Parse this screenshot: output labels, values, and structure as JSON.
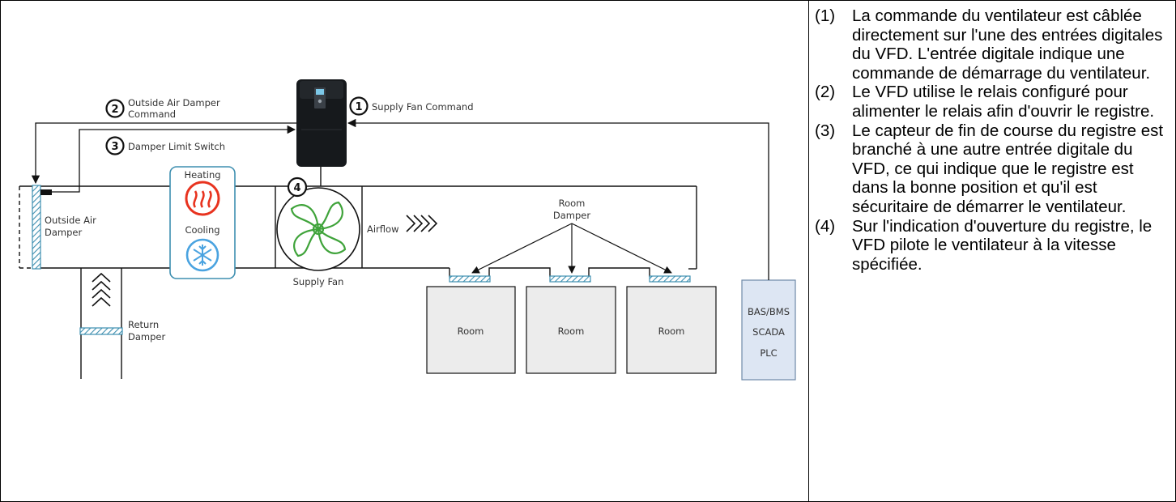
{
  "diagram": {
    "labels": {
      "outside_air_damper_command_1": "Outside Air Damper",
      "outside_air_damper_command_2": "Command",
      "supply_fan_command": "Supply Fan Command",
      "damper_limit_switch": "Damper Limit Switch",
      "heating": "Heating",
      "cooling": "Cooling",
      "outside_air_1": "Outside Air",
      "outside_air_2": "Damper",
      "airflow": "Airflow",
      "room_damper_1": "Room",
      "room_damper_2": "Damper",
      "supply_fan": "Supply Fan",
      "return_damper_1": "Return",
      "return_damper_2": "Damper",
      "room_1": "Room",
      "room_2": "Room",
      "room_3": "Room",
      "bas_bms": "BAS/BMS",
      "scada": "SCADA",
      "plc": "PLC"
    },
    "badges": {
      "b1": "1",
      "b2": "2",
      "b3": "3",
      "b4": "4"
    },
    "colors": {
      "heating_coil": "#e8331f",
      "cooling_coil": "#4aa3e0",
      "fan_blades": "#3fa33a",
      "coil_box_border": "#3e8fb0",
      "damper_hatch": "#3e8fb0",
      "controller_fill": "#dde6f3"
    }
  },
  "notes": [
    {
      "num": "(1)",
      "text": "La commande du ventilateur est câblée directement sur l'une des entrées digitales du VFD. L'entrée digitale indique une commande de démarrage du ventilateur."
    },
    {
      "num": "(2)",
      "text": "Le VFD utilise le relais configuré pour alimenter le relais afin d'ouvrir le registre."
    },
    {
      "num": "(3)",
      "text": "Le capteur de fin de course du registre est branché à une autre entrée digitale du VFD, ce qui indique que le registre est dans la bonne position et qu'il est sécuritaire de démarrer le ventilateur."
    },
    {
      "num": "(4)",
      "text": "Sur l'indication d'ouverture du registre, le VFD pilote le ventilateur à la vitesse spécifiée."
    }
  ]
}
